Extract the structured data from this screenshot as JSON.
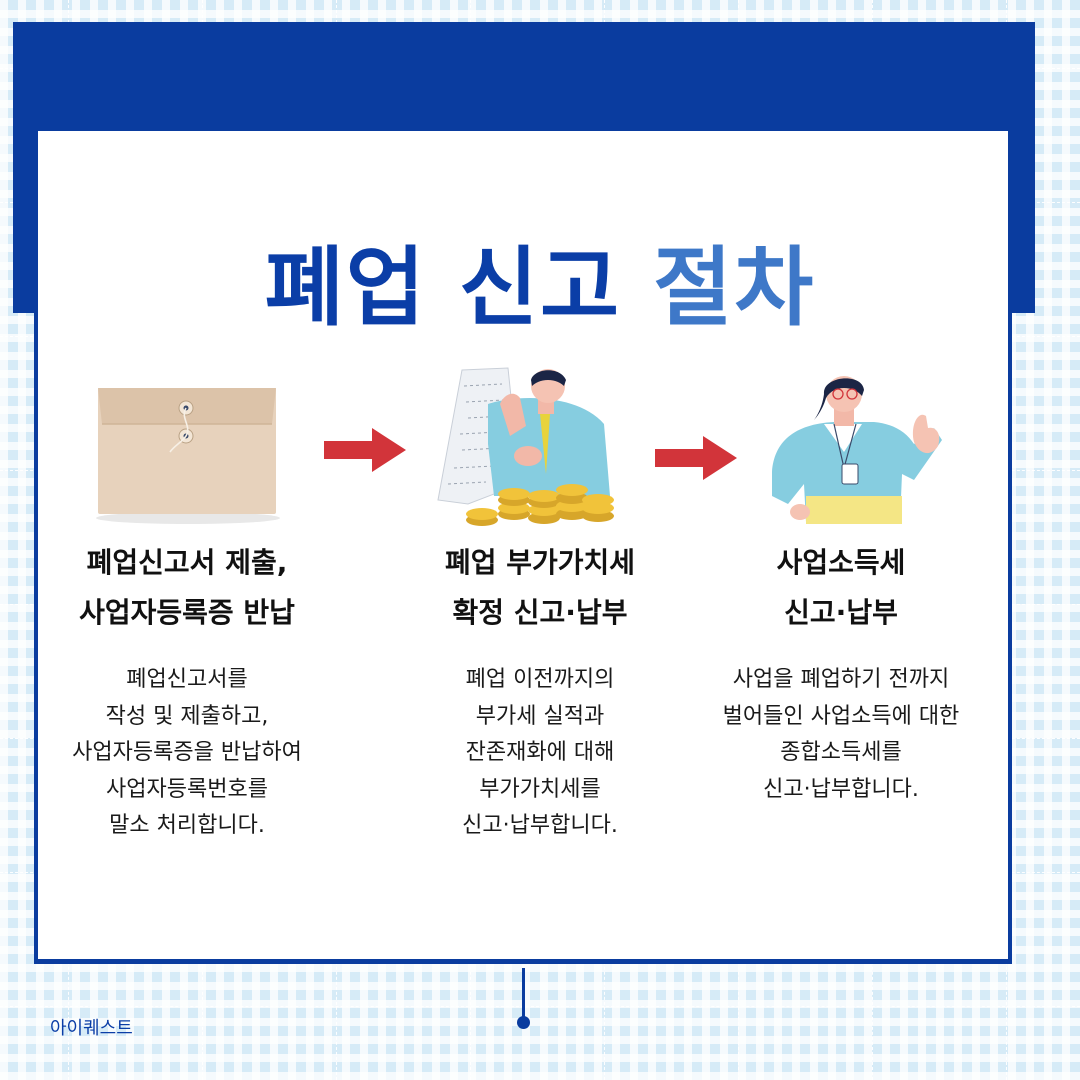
{
  "title": {
    "part1": "폐업 신고",
    "part2": "절차"
  },
  "steps": [
    {
      "title_lines": [
        "폐업신고서 제출,",
        "사업자등록증 반납"
      ],
      "desc_lines": [
        "폐업신고서를",
        "작성 및 제출하고,",
        "사업자등록증을 반납하여",
        "사업자등록번호를",
        "말소 처리합니다."
      ]
    },
    {
      "title_lines": [
        "폐업 부가가치세",
        "확정 신고·납부"
      ],
      "desc_lines": [
        "폐업 이전까지의",
        "부가세 실적과",
        "잔존재화에 대해",
        "부가가치세를",
        "신고·납부합니다."
      ]
    },
    {
      "title_lines": [
        "사업소득세",
        "신고·납부"
      ],
      "desc_lines": [
        "사업을 폐업하기 전까지",
        "벌어들인 사업소득에 대한",
        "종합소득세를",
        "신고·납부합니다."
      ]
    }
  ],
  "brand": "아이퀘스트",
  "colors": {
    "navy": "#0a3c9f",
    "title_light": "#3e78c8",
    "arrow": "#d2343a",
    "background": "#d6ebf7"
  },
  "icons": [
    "envelope-icon",
    "arrow-right-icon",
    "receipt-man-coins-icon",
    "arrow-right-icon",
    "woman-badge-icon"
  ]
}
